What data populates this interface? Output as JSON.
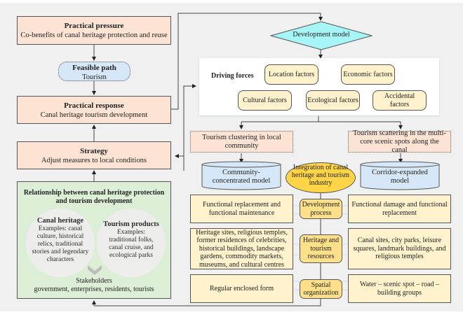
{
  "colors": {
    "background": "#f0f0f0",
    "peach": "#fde3d3",
    "light_blue": "#d6e8f7",
    "cyan_diamond": "#a6f5f7",
    "green_panel": "#dcefd6",
    "cream": "#fff2cc",
    "yellow_node": "#ffe08a",
    "ellipse": "#ffd447"
  },
  "left": {
    "practical_pressure": {
      "title": "Practical pressure",
      "subtitle": "Co-benefits of canal heritage protection and reuse"
    },
    "feasible_path": {
      "title": "Feasible path",
      "subtitle": "Tourism"
    },
    "practical_response": {
      "title": "Practical response",
      "subtitle": "Canal heritage tourism development"
    },
    "strategy": {
      "title": "Strategy",
      "subtitle": "Adjust measures to local conditions"
    },
    "relationship": {
      "title": "Relationship between canal heritage protection and tourism development",
      "canal_heritage": {
        "title": "Canal heritage",
        "body": "Examples: canal culture, historical relics, traditional stories and legendary characters"
      },
      "tourism_products": {
        "title": "Tourism products",
        "body": "Examples: traditional folks, canal cruise, and ecological parks"
      },
      "stakeholders_title": "Stakeholders",
      "stakeholders_list": "government, enterprises, residents, tourists"
    }
  },
  "right": {
    "development_model": "Development model",
    "driving_forces": {
      "label": "Driving forces",
      "factors": [
        "Location factors",
        "Economic factors",
        "Cultural factors",
        "Ecological factors",
        "Accidental factors"
      ]
    },
    "clustering": "Tourism clustering in local community",
    "scattering": "Tourism scattering in the multi-core scenic spots along the canal",
    "community_model": "Community-concentrated model",
    "corridor_model": "Corridor-expanded model",
    "integration": "Integration of canal heritage and tourism industry",
    "rows": [
      {
        "center": "Development process",
        "left": "Functional replacement and functional maintenance",
        "right": "Functional damage and functional replacement"
      },
      {
        "center": "Heritage and tourism resources",
        "left": "Heritage sites, religious temples, former residences of celebrities, historical buildings, landscape gardens, commodity markets, museums, and cultural centres",
        "right": "Canal sites, city parks, leisure squares, landmark buildings, and religious temples"
      },
      {
        "center": "Spatial organization",
        "left": "Regular enclosed form",
        "right": "Water – scenic spot – road – building groups"
      }
    ]
  }
}
